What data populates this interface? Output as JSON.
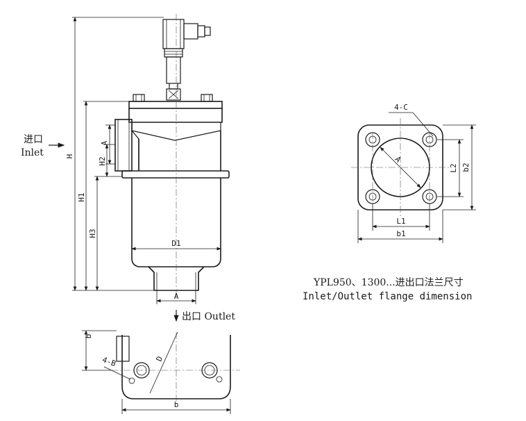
{
  "main_view": {
    "inlet_cn": "进口",
    "inlet_en": "Inlet",
    "outlet": "出口 Outlet",
    "dims": {
      "H": "H",
      "H1": "H1",
      "H2": "H2",
      "H3": "H3",
      "A_side": "A",
      "D1": "D1",
      "A_bottom": "A"
    }
  },
  "bottom_view": {
    "dims": {
      "b_side": "b",
      "four_B": "4-B",
      "D": "D",
      "b_bottom": "b"
    }
  },
  "flange_view": {
    "dims": {
      "four_C": "4-C",
      "A": "A",
      "L2": "L2",
      "b2": "b2",
      "L1": "L1",
      "b1": "b1"
    },
    "caption_line1": "YPL950、1300...进出口法兰尺寸",
    "caption_line2": "Inlet/Outlet flange dimension"
  }
}
